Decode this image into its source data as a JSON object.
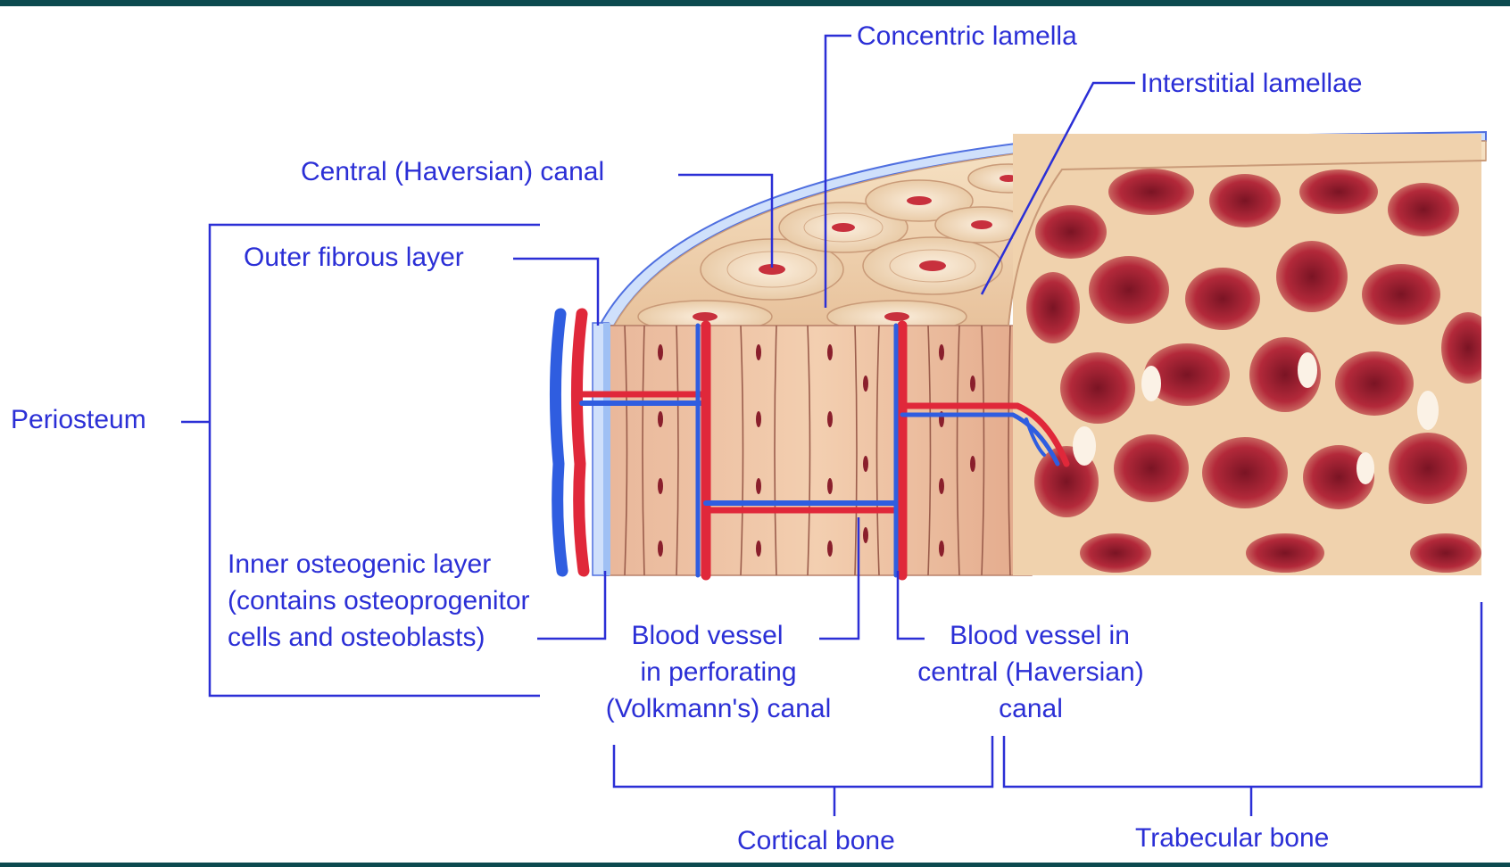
{
  "labels": {
    "concentric_lamella": "Concentric lamella",
    "interstitial_lamellae": "Interstitial lamellae",
    "central_canal": "Central (Haversian) canal",
    "outer_fibrous_layer": "Outer fibrous layer",
    "periosteum": "Periosteum",
    "inner_osteogenic": [
      "Inner osteogenic layer",
      "(contains osteoprogenitor",
      "cells and osteoblasts)"
    ],
    "blood_vessel_perforating": [
      "Blood vessel",
      "in perforating",
      "(Volkmann's) canal"
    ],
    "blood_vessel_central": [
      "Blood vessel in",
      "central (Haversian)",
      "canal"
    ],
    "cortical_bone": "Cortical bone",
    "trabecular_bone": "Trabecular bone"
  },
  "colors": {
    "frame": "#0c4a4f",
    "background": "#ffffff",
    "label": "#2b2fd6",
    "bone": "#f0d2ad",
    "bone_dark": "#c98a63",
    "marrow": "#b0283a",
    "artery": "#e0283a",
    "vein": "#2f5de0"
  }
}
